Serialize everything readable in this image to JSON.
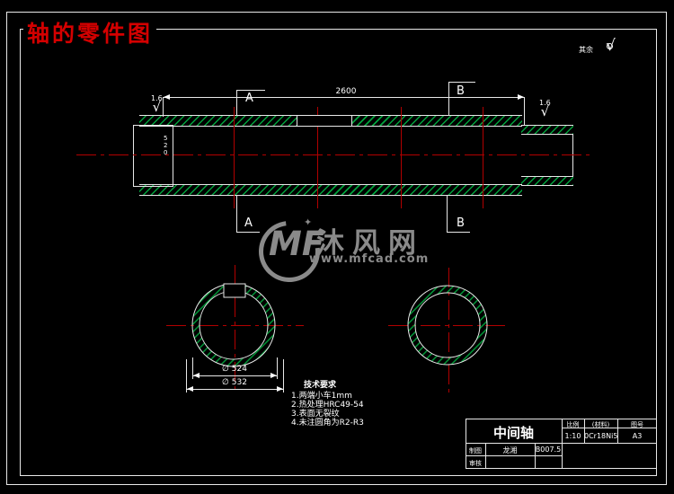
{
  "drawing": {
    "title": "轴的零件图",
    "rest_roughness_label": "其余",
    "roughness_symbol": "√",
    "front_view": {
      "length_dim": "2600",
      "section_label_a": "A",
      "section_label_b": "B",
      "roughness_left": "1.6",
      "roughness_right": "1.6",
      "step_dim": "520"
    },
    "section_views": {
      "inner_dia": "∅ 524",
      "outer_dia": "∅ 532"
    },
    "tech_requirements": {
      "title": "技术要求",
      "items": [
        "1.两端小车1mm",
        "2.热处理HRC49-54",
        "3.表面无裂纹",
        "4.未注圆角为R2-R3"
      ]
    },
    "watermark": {
      "logo": "MF",
      "site_name": "沐风网",
      "site_url": "www.mfcad.com"
    },
    "title_block": {
      "part_name": "中间轴",
      "scale_label": "比例",
      "scale_value": "1:10",
      "material_label": "(材料)",
      "material_value": "0Cr18Ni5",
      "sheet_label": "图号",
      "sheet_value": "A3",
      "drafter_label": "制图",
      "drafter_value": "龙湘",
      "drawing_no": "B007.5",
      "checker_label": "审核"
    },
    "colors": {
      "line": "#e8e8e8",
      "hatch": "#00a33c",
      "centerline": "#b20000",
      "title": "#d40000",
      "watermark": "#8a8a8a"
    }
  }
}
